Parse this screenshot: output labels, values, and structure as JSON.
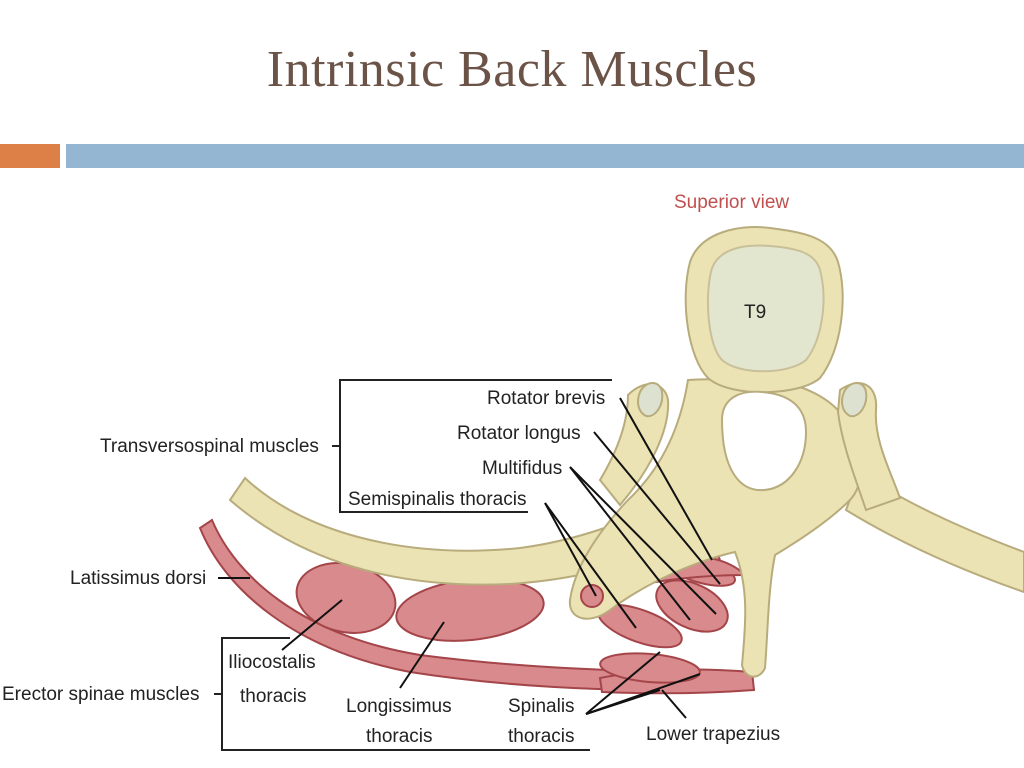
{
  "slide": {
    "title": "Intrinsic Back Muscles"
  },
  "figure": {
    "view_label": "Superior view",
    "vertebra_label": "T9",
    "labels": {
      "rotator_brevis": "Rotator brevis",
      "rotator_longus": "Rotator longus",
      "multifidus": "Multifidus",
      "semispinalis_thoracis": "Semispinalis thoracis",
      "transversospinal_muscles": "Transversospinal muscles",
      "latissimus_dorsi": "Latissimus dorsi",
      "erector_spinae_muscles": "Erector spinae muscles",
      "iliocostalis_line1": "Iliocostalis",
      "iliocostalis_line2": "thoracis",
      "longissimus_line1": "Longissimus",
      "longissimus_line2": "thoracis",
      "spinalis_line1": "Spinalis",
      "spinalis_line2": "thoracis",
      "lower_trapezius": "Lower trapezius"
    },
    "colors": {
      "bone": "#ece3b4",
      "bone_outline": "#b8ab7c",
      "vertebral_body": "#e2e6cf",
      "muscle": "#d98a8c",
      "muscle_outline": "#a4454a",
      "view_label": "#c0504d"
    }
  }
}
